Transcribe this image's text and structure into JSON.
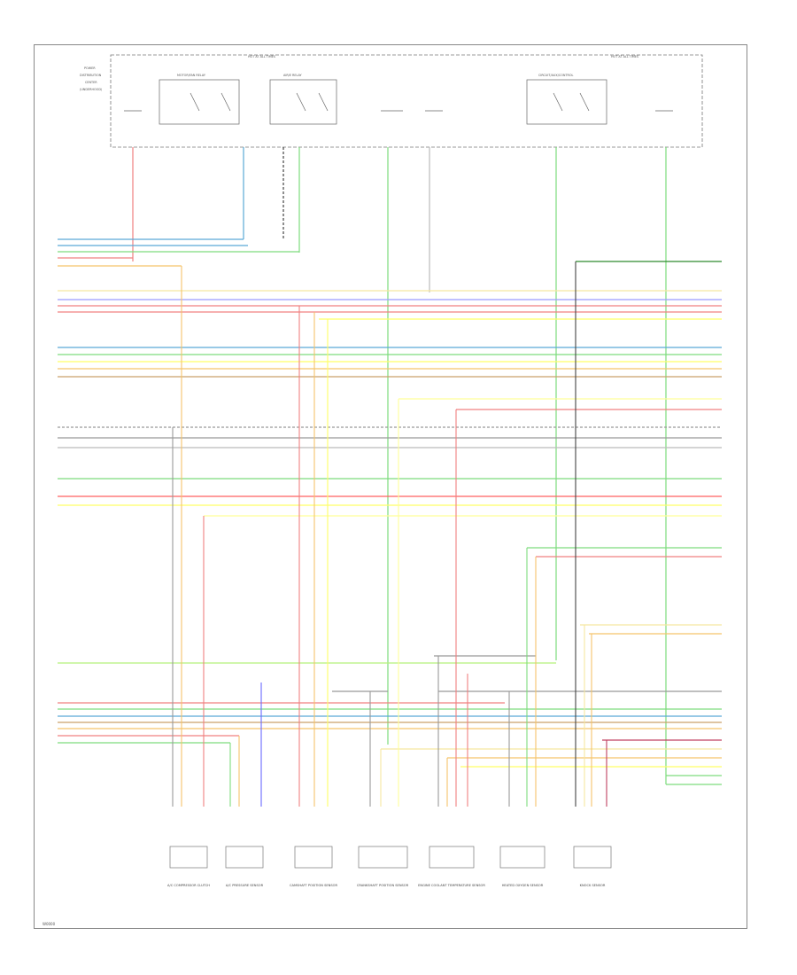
{
  "diagram": {
    "box_left_title": "HOT AT ALL TIMES",
    "box_right_title": "HOT AT ALL TIMES",
    "relay_labels": [
      "MOTOR/FAN RELAY",
      "AIR/E RELAY",
      "CIRCUIT/AUX/CONTROL"
    ],
    "side_notes": [
      "POWER",
      "DISTRIBUTION",
      "CENTER",
      "(UNDERHOOD)"
    ],
    "components": [
      {
        "id": "c1",
        "caption": "A/C COMPRESSOR CLUTCH"
      },
      {
        "id": "c2",
        "caption": "A/C PRESSURE SENSOR"
      },
      {
        "id": "c3",
        "caption": "CAMSHAFT POSITION SENSOR"
      },
      {
        "id": "c4",
        "caption": "CRANKSHAFT POSITION SENSOR"
      },
      {
        "id": "c5",
        "caption": "ENGINE COOLANT TEMPERATURE SENSOR"
      },
      {
        "id": "c6",
        "caption": "HEATED OXYGEN SENSOR"
      },
      {
        "id": "c7",
        "caption": "KNOCK SENSOR"
      }
    ],
    "footer": "W0000"
  }
}
